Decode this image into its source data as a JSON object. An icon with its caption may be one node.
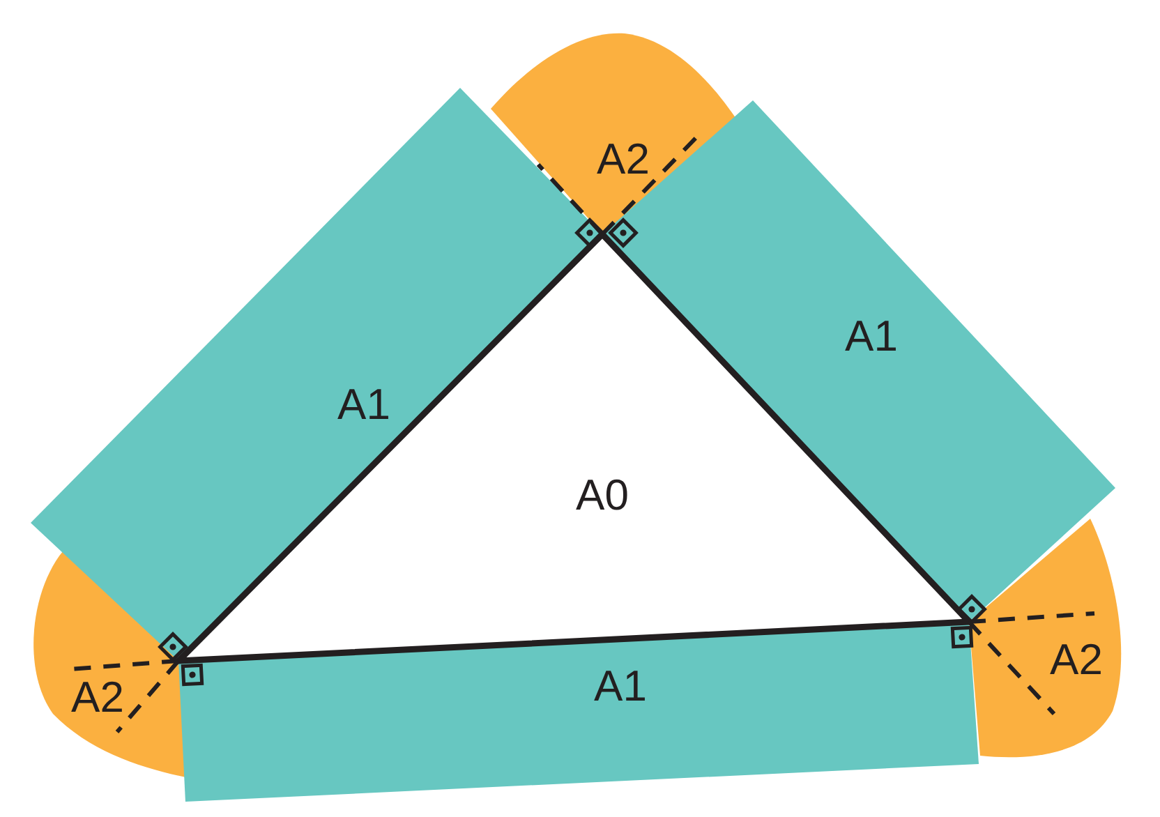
{
  "diagram": {
    "nodes": [
      {
        "text": [
          "A2"
        ]
      },
      {
        "text": [
          "A1"
        ]
      },
      {
        "text": [
          "A1"
        ]
      },
      {
        "text": [
          "A0"
        ]
      },
      {
        "text": [
          "A2"
        ]
      },
      {
        "text": [
          "A1"
        ]
      },
      {
        "text": [
          "A2"
        ]
      }
    ]
  }
}
